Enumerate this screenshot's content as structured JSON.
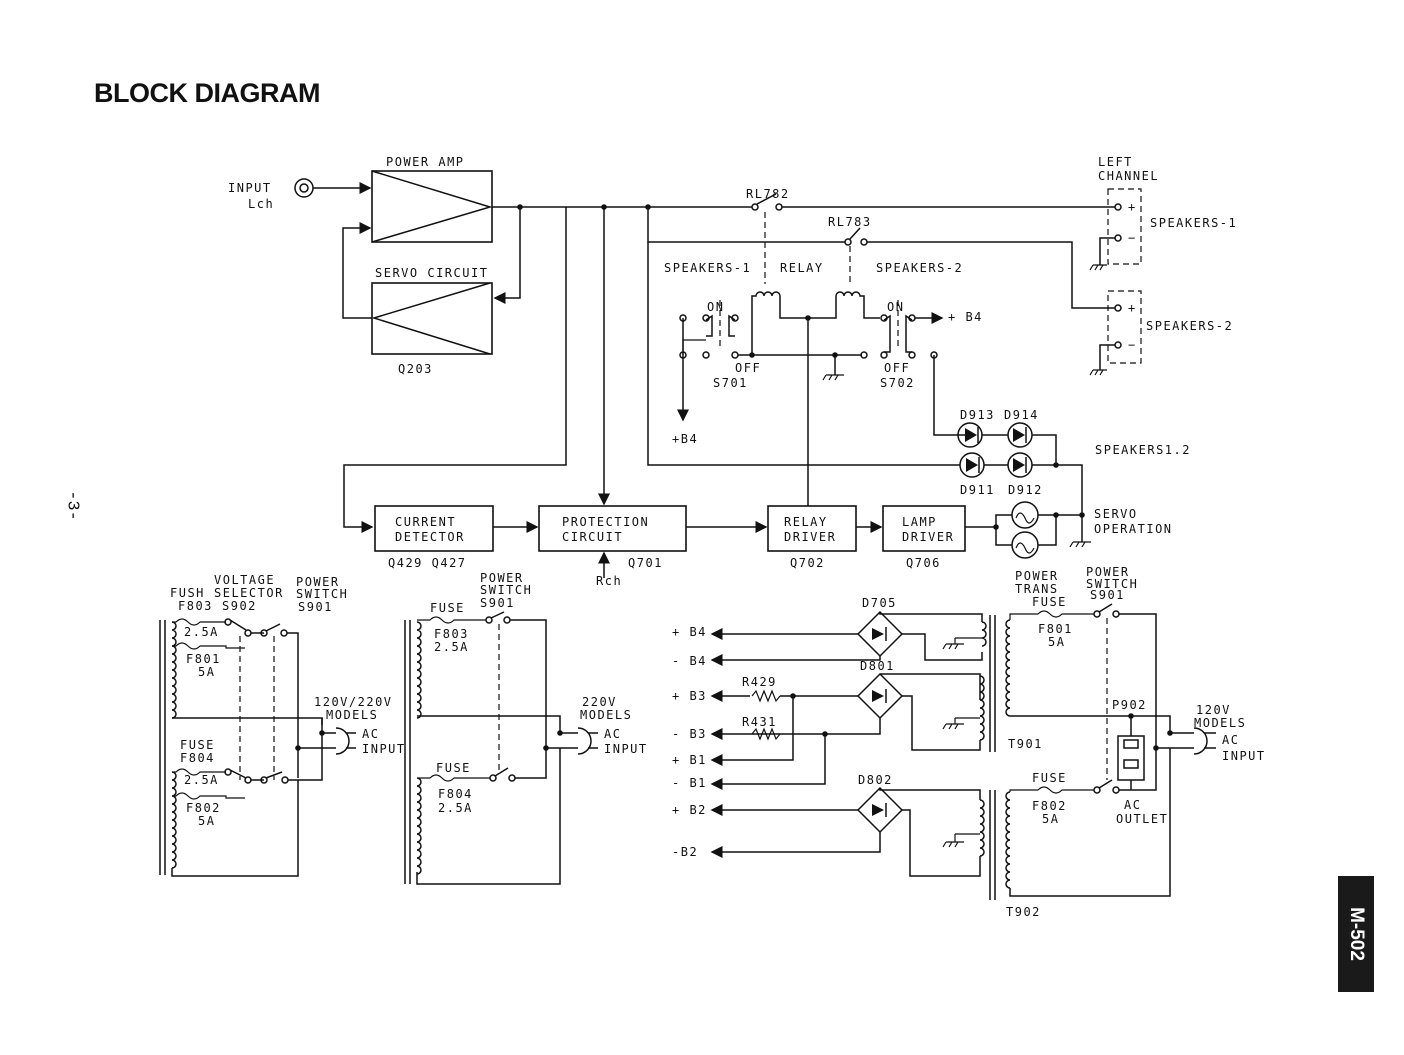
{
  "title": "BLOCK DIAGRAM",
  "page_number": "-3-",
  "model": "M-502",
  "blocks": {
    "power_amp": "POWER AMP",
    "servo_circuit": "SERVO CIRCUIT",
    "servo_ref": "Q203",
    "current_detector": [
      "CURRENT",
      "DETECTOR"
    ],
    "current_detector_ref": "Q429 Q427",
    "protection_circuit": [
      "PROTECTION",
      "CIRCUIT"
    ],
    "protection_ref": "Q701",
    "protection_input": "Rch",
    "relay_driver": [
      "RELAY",
      "DRIVER"
    ],
    "relay_driver_ref": "Q702",
    "lamp_driver": [
      "LAMP",
      "DRIVER"
    ],
    "lamp_driver_ref": "Q706"
  },
  "labels": {
    "input": [
      "INPUT",
      "Lch"
    ],
    "rl782": "RL782",
    "rl783": "RL783",
    "left_channel": [
      "LEFT",
      "CHANNEL"
    ],
    "speakers1": "SPEAKERS-1",
    "speakers2": "SPEAKERS-2",
    "relay": "RELAY",
    "on": "ON",
    "off": "OFF",
    "s701": "S701",
    "s702": "S702",
    "plus_b4": "+B4",
    "plus_b4_arrow": "+ B4",
    "d913": "D913",
    "d914": "D914",
    "d911": "D911",
    "d912": "D912",
    "speakers12": "SPEAKERS1.2",
    "servo_operation": [
      "SERVO",
      "OPERATION"
    ],
    "plus": "+",
    "minus": "−"
  },
  "psu_left": {
    "fush": "FUSH",
    "voltage_selector": [
      "VOLTAGE",
      "SELECTOR"
    ],
    "power_switch": [
      "POWER",
      "SWITCH"
    ],
    "f803": "F803",
    "s902": "S902",
    "s901": "S901",
    "f803_val": "2.5A",
    "f801": "F801",
    "f801_val": "5A",
    "fuse": "FUSE",
    "f804": "F804",
    "f804_val": "2.5A",
    "f802": "F802",
    "f802_val": "5A",
    "models": [
      "120V/220V",
      "MODELS"
    ],
    "ac_input": [
      "AC",
      "INPUT"
    ]
  },
  "psu_mid": {
    "power_switch": [
      "POWER",
      "SWITCH"
    ],
    "fuse": "FUSE",
    "s901": "S901",
    "f803": "F803",
    "f803_val": "2.5A",
    "f804": "F804",
    "f804_val": "2.5A",
    "models": [
      "220V",
      "MODELS"
    ],
    "ac_input": [
      "AC",
      "INPUT"
    ]
  },
  "psu_right": {
    "rails": [
      "+ B4",
      "- B4",
      "+ B3",
      "- B3",
      "+ B1",
      "- B1",
      "+ B2",
      "-B2"
    ],
    "d705": "D705",
    "d801": "D801",
    "d802": "D802",
    "r429": "R429",
    "r431": "R431",
    "power_trans": [
      "POWER",
      "TRANS"
    ],
    "fuse": "FUSE",
    "power_switch": [
      "POWER",
      "SWITCH"
    ],
    "s901": "S901",
    "f801": "F801",
    "f801_val": "5A",
    "f802": "F802",
    "f802_val": "5A",
    "t901": "T901",
    "t902": "T902",
    "p902": "P902",
    "ac_outlet": [
      "AC",
      "OUTLET"
    ],
    "models": [
      "120V",
      "MODELS"
    ],
    "ac_input": [
      "AC",
      "INPUT"
    ]
  }
}
